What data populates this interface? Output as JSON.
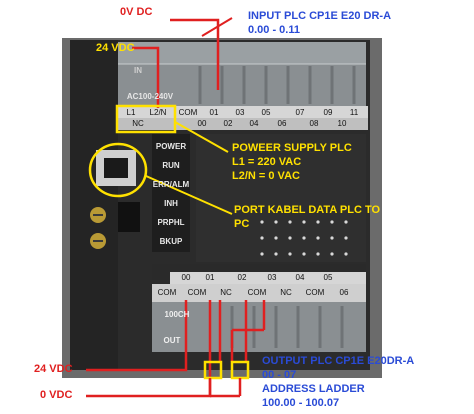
{
  "labels": {
    "v0_top": "0V DC",
    "v24_top": "24 VDC",
    "input_title": "INPUT PLC CP1E E20 DR-A",
    "input_range": "0.00  - 0.11",
    "power_title": "POWEER SUPPLY PLC",
    "power_l1": "L1 = 220 VAC",
    "power_l2": "L2/N = 0 VAC",
    "port_line1": "PORT KABEL DATA PLC TO",
    "port_line2": "PC",
    "v24_bottom": "24 VDC",
    "v0_bottom": "0 VDC",
    "output_title": "OUTPUT PLC CP1E E20DR-A",
    "output_range": "00 - 07",
    "output_addr": "ADDRESS LADDER",
    "output_addr_range": "100.00 - 100.07"
  },
  "device": {
    "in_label": "IN",
    "supply_label": "AC100-240V",
    "out_label": "OUT",
    "ch_label": "100CH",
    "indicators": [
      "POWER",
      "RUN",
      "ERR/ALM",
      "INH",
      "PRPHL",
      "BKUP"
    ],
    "input_top_row": [
      "L1",
      "L2/N",
      "COM",
      "01",
      "03",
      "05",
      "07",
      "09",
      "11"
    ],
    "input_bottom_row": [
      "NC",
      "",
      "00",
      "02",
      "04",
      "06",
      "08",
      "10"
    ],
    "output_top_row": [
      "00",
      "01",
      "02",
      "03",
      "04",
      "05"
    ],
    "output_bottom_row": [
      "COM",
      "COM",
      "NC",
      "COM",
      "NC",
      "COM",
      "06"
    ]
  },
  "colors": {
    "annotation_blue": "#2a4bd6",
    "annotation_red": "#e02020",
    "annotation_yellow": "#ffe100",
    "wire_red": "#e02020",
    "plc_body": "#2b2b2b",
    "terminal_cover": "#8a8f92"
  }
}
